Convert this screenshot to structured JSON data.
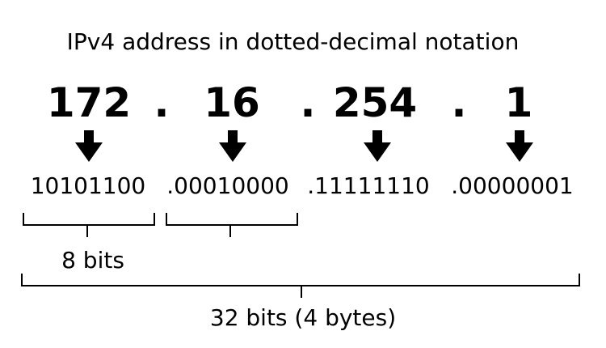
{
  "title": "IPv4 address in dotted-decimal notation",
  "decimal": {
    "octets": [
      "172",
      "16",
      "254",
      "1"
    ],
    "separator": "."
  },
  "binary": {
    "octets": [
      "10101100",
      ".00010000",
      ".11111110",
      ".00000001"
    ]
  },
  "labels": {
    "byte_bits": "8 bits",
    "total_bits": "32 bits (4 bytes)"
  },
  "colors": {
    "ink": "#000000",
    "background": "#ffffff"
  }
}
